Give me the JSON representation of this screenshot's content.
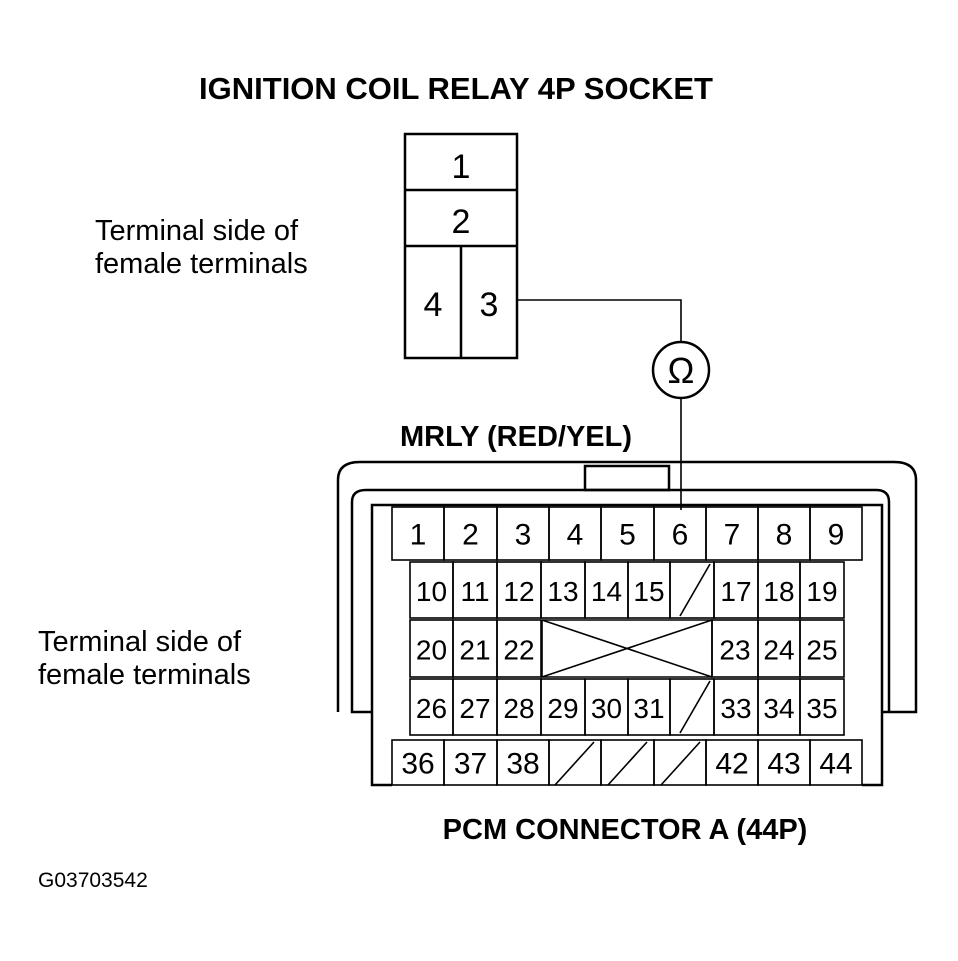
{
  "title": "IGNITION COIL RELAY 4P SOCKET",
  "relay_side_label": [
    "Terminal side of",
    "female terminals"
  ],
  "relay_terminals": [
    "1",
    "2",
    "4",
    "3"
  ],
  "meter_symbol": "Ω",
  "wire_label": "MRLY (RED/YEL)",
  "pcm_side_label": [
    "Terminal side of",
    "female terminals"
  ],
  "pcm_rows": [
    [
      "1",
      "2",
      "3",
      "4",
      "5",
      "6",
      "7",
      "8",
      "9"
    ],
    [
      "10",
      "11",
      "12",
      "13",
      "14",
      "15",
      "",
      "17",
      "18",
      "19"
    ],
    [
      "20",
      "21",
      "22",
      "",
      "23",
      "24",
      "25"
    ],
    [
      "26",
      "27",
      "28",
      "29",
      "30",
      "31",
      "",
      "33",
      "34",
      "35"
    ],
    [
      "36",
      "37",
      "38",
      "",
      "",
      "",
      "42",
      "43",
      "44"
    ]
  ],
  "pcm_label": "PCM CONNECTOR A (44P)",
  "figure_code": "G03703542"
}
